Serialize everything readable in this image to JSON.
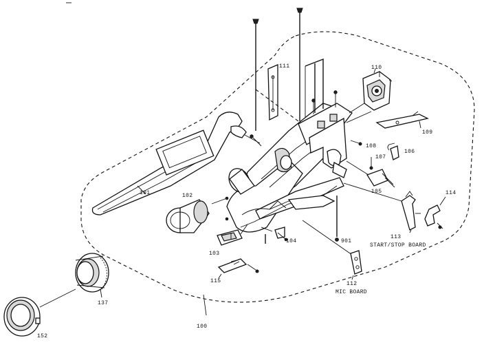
{
  "labels": {
    "l100": "100",
    "l101": "101",
    "l102": "102",
    "l103": "103",
    "l104": "104",
    "l105": "105",
    "l106": "106",
    "l107": "107",
    "l108": "108",
    "l109": "109",
    "l110": "110",
    "l111": "111",
    "l112": "112",
    "l112_name": "MIC BOARD",
    "l113": "113",
    "l113_name": "START/STOP BOARD",
    "l114": "114",
    "l115": "115",
    "l137": "137",
    "l152": "152",
    "l901": "901"
  }
}
